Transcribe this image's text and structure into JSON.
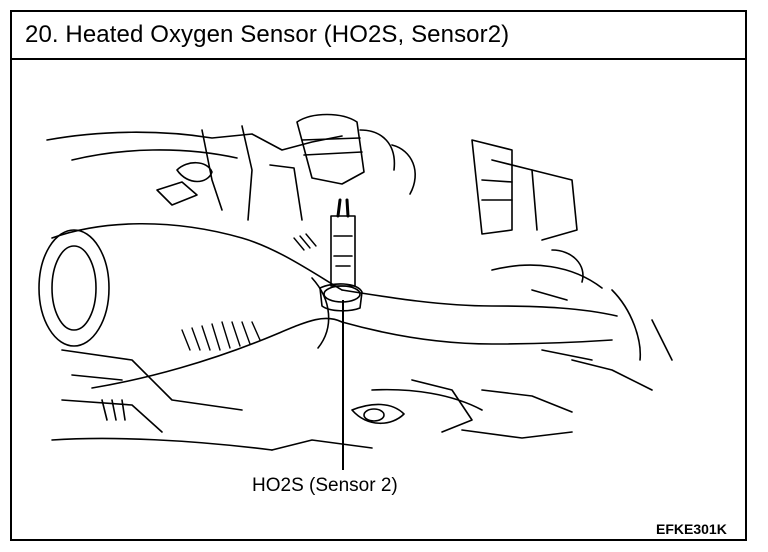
{
  "header": {
    "title": "20. Heated Oxygen Sensor (HO2S, Sensor2)"
  },
  "diagram": {
    "callout_label": "HO2S (Sensor 2)",
    "figure_code": "EFKE301K"
  },
  "colors": {
    "ink": "#000000",
    "paper": "#ffffff"
  }
}
